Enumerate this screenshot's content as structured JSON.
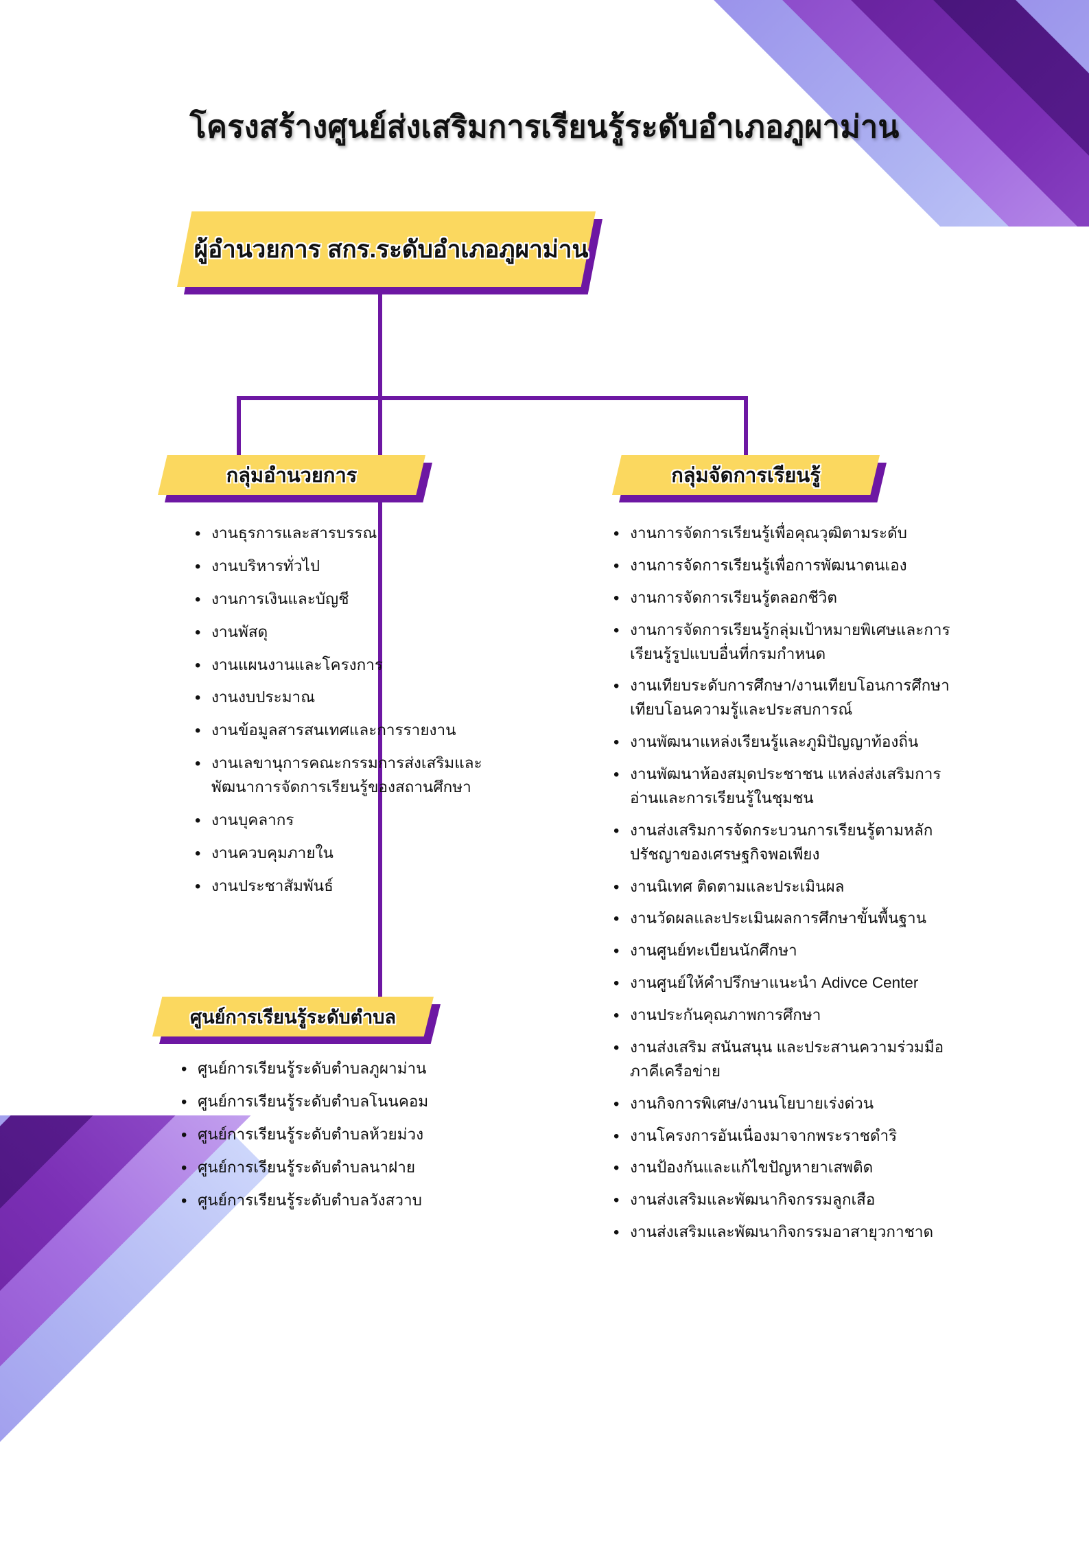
{
  "page": {
    "title": "โครงสร้างศูนย์ส่งเสริมการเรียนรู้ระดับอำเภอภูผาม่าน"
  },
  "colors": {
    "accent_yellow": "#fbd85f",
    "accent_purple": "#6d17a3",
    "deep_purple": "#3f1170",
    "lavender": "#8e7ee6",
    "text": "#101010"
  },
  "director": {
    "label": "ผู้อำนวยการ สกร.ระดับอำเภอภูผาม่าน"
  },
  "groups": {
    "admin": {
      "header": "กลุ่มอำนวยการ",
      "items": [
        "งานธุรการและสารบรรณ",
        "งานบริหารทั่วไป",
        "งานการเงินและบัญชี",
        "งานพัสดุ",
        "งานแผนงานและโครงการ",
        "งานงบประมาณ",
        "งานข้อมูลสารสนเทศและการรายงาน",
        "งานเลขานุการคณะกรรมการส่งเสริมและพัฒนาการจัดการเรียนรู้ของสถานศึกษา",
        "งานบุคลากร",
        "งานควบคุมภายใน",
        "งานประชาสัมพันธ์"
      ]
    },
    "tambon": {
      "header": "ศูนย์การเรียนรู้ระดับตำบล",
      "items": [
        "ศูนย์การเรียนรู้ระดับตำบลภูผาม่าน",
        "ศูนย์การเรียนรู้ระดับตำบลโนนคอม",
        "ศูนย์การเรียนรู้ระดับตำบลห้วยม่วง",
        "ศูนย์การเรียนรู้ระดับตำบลนาฝาย",
        "ศูนย์การเรียนรู้ระดับตำบลวังสวาบ"
      ]
    },
    "learning": {
      "header": "กลุ่มจัดการเรียนรู้",
      "items": [
        "งานการจัดการเรียนรู้เพื่อคุณวุฒิตามระดับ",
        "งานการจัดการเรียนรู้เพื่อการพัฒนาตนเอง",
        "งานการจัดการเรียนรู้ตลอกชีวิต",
        "งานการจัดการเรียนรู้กลุ่มเป้าหมายพิเศษและการเรียนรู้รูปแบบอื่นที่กรมกำหนด",
        "งานเทียบระดับการศึกษา/งานเทียบโอนการศึกษา เทียบโอนความรู้และประสบการณ์",
        "งานพัฒนาแหล่งเรียนรู้และภูมิปัญญาท้องถิ่น",
        "งานพัฒนาห้องสมุดประชาชน แหล่งส่งเสริมการอ่านและการเรียนรู้ในชุมชน",
        "งานส่งเสริมการจัดกระบวนการเรียนรู้ตามหลักปรัชญาของเศรษฐกิจพอเพียง",
        "งานนิเทศ ติดตามและประเมินผล",
        "งานวัดผลและประเมินผลการศึกษาขั้นพื้นฐาน",
        "งานศูนย์ทะเบียนนักศึกษา",
        "งานศูนย์ให้คำปรึกษาแนะนำ Adivce Center",
        "งานประกันคุณภาพการศึกษา",
        "งานส่งเสริม สนันสนุน และประสานความร่วมมือภาคีเครือข่าย",
        "งานกิจการพิเศษ/งานนโยบายเร่งด่วน",
        "งานโครงการอันเนื่องมาจากพระราชดำริ",
        "งานป้องกันและแก้ไขปัญหายาเสพติด",
        "งานส่งเสริมและพัฒนากิจกรรมลูกเสือ",
        "งานส่งเสริมและพัฒนากิจกรรมอาสายุวกาชาด"
      ]
    }
  }
}
